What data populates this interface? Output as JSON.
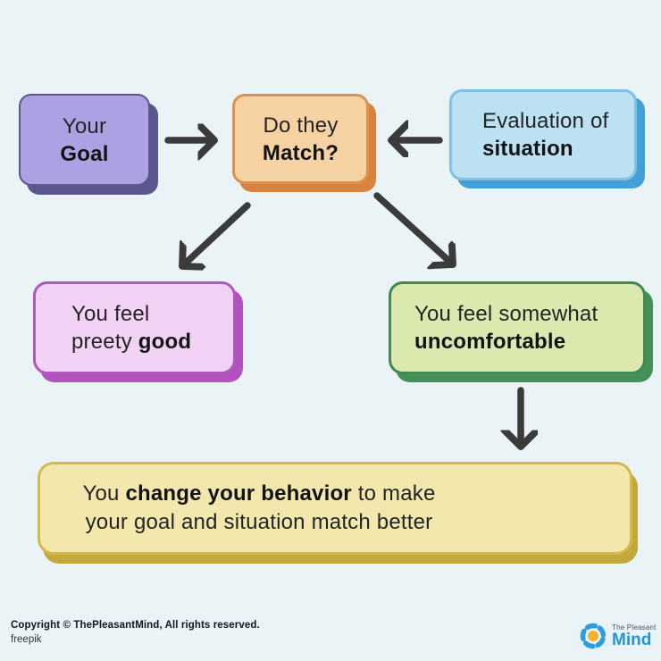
{
  "background_color": "#eaf3f6",
  "arrow_color": "#3b3b3b",
  "boxes": {
    "goal": {
      "line1": "Your",
      "line2_bold": "Goal",
      "fill": "#aca1e3",
      "shadow": "#5b5590"
    },
    "match": {
      "line1": "Do they",
      "line2_bold": "Match?",
      "fill": "#f7d2a3",
      "shadow": "#d9823e"
    },
    "evaluation": {
      "line1": "Evaluation of",
      "line2_bold": "situation",
      "fill": "#bce1f2",
      "shadow": "#459fd6"
    },
    "good": {
      "line1": "You feel",
      "line2_regular": "preety ",
      "line2_bold": "good",
      "fill": "#f2d3f5",
      "shadow": "#b152c0"
    },
    "uncomfortable": {
      "line1": "You feel somewhat",
      "line2_bold": "uncomfortable",
      "fill": "#dbe9af",
      "shadow": "#45905a"
    },
    "behavior": {
      "line1_regular1": "You ",
      "line1_bold": "change your behavior",
      "line1_regular2": " to make",
      "line2": "your goal and situation match better",
      "fill": "#f2e8ad",
      "shadow": "#c3a83c"
    }
  },
  "footer": {
    "copyright": "Copyright © ThePleasantMind, All rights reserved.",
    "credit": "freepik",
    "logo_top": "The Pleasant",
    "logo_bottom": "Mind",
    "logo_blue": "#2b9de0",
    "logo_yellow": "#f2b32b"
  }
}
